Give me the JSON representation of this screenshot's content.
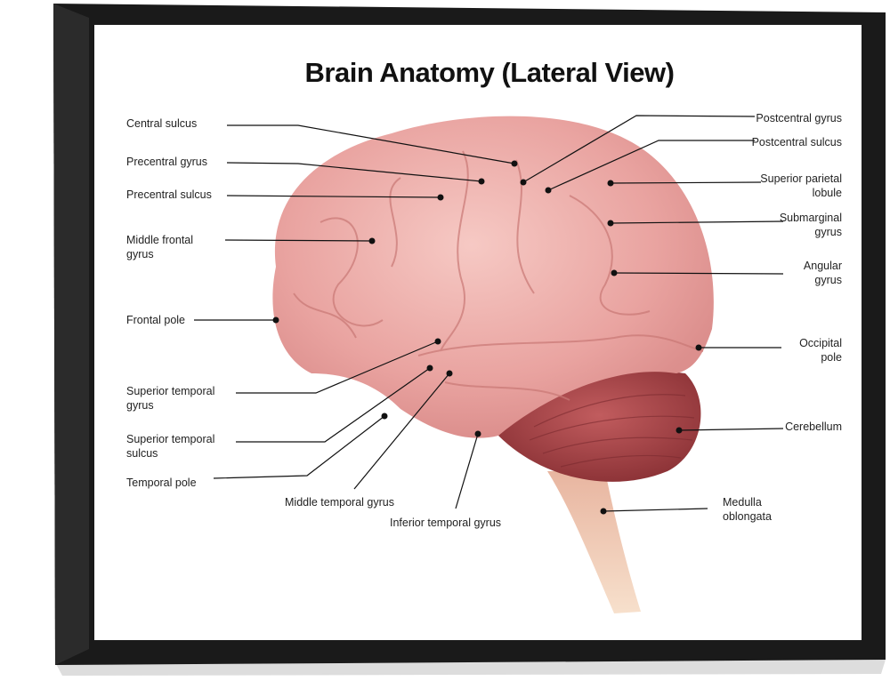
{
  "title": "Brain Anatomy (Lateral View)",
  "labels_left": [
    {
      "id": "central-sulcus",
      "text": "Central sulcus"
    },
    {
      "id": "precentral-gyrus",
      "text": "Precentral gyrus"
    },
    {
      "id": "precentral-sulcus",
      "text": "Precentral sulcus"
    },
    {
      "id": "middle-frontal-gyrus",
      "text": "Middle frontal\ngyrus"
    },
    {
      "id": "frontal-pole",
      "text": "Frontal pole"
    },
    {
      "id": "superior-temporal-gyrus",
      "text": "Superior temporal\ngyrus"
    },
    {
      "id": "superior-temporal-sulcus",
      "text": "Superior temporal\nsulcus"
    },
    {
      "id": "temporal-pole",
      "text": "Temporal pole"
    },
    {
      "id": "middle-temporal-gyrus",
      "text": "Middle temporal gyrus"
    },
    {
      "id": "inferior-temporal-gyrus",
      "text": "Inferior temporal gyrus"
    }
  ],
  "labels_right": [
    {
      "id": "postcentral-gyrus",
      "text": "Postcentral gyrus"
    },
    {
      "id": "postcentral-sulcus",
      "text": "Postcentral sulcus"
    },
    {
      "id": "superior-parietal-lobule",
      "text": "Superior parietal\nlobule"
    },
    {
      "id": "submarginal-gyrus",
      "text": "Submarginal\ngyrus"
    },
    {
      "id": "angular-gyrus",
      "text": "Angular\ngyrus"
    },
    {
      "id": "occipital-pole",
      "text": "Occipital\npole"
    },
    {
      "id": "cerebellum",
      "text": "Cerebellum"
    },
    {
      "id": "medulla-oblongata",
      "text": "Medulla\noblongata"
    }
  ],
  "colors": {
    "frame": "#1a1a1a",
    "brain": "#eaa7a4",
    "cerebellum": "#a8464a",
    "stem": "#efc6a6"
  }
}
